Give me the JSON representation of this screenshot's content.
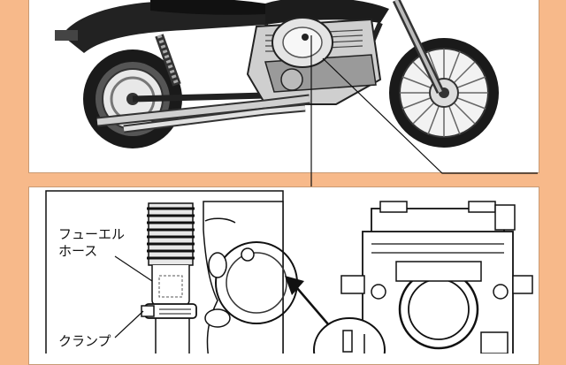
{
  "labels": {
    "fuel_hose_line1": "フューエル",
    "fuel_hose_line2": "ホース",
    "clamp": "クランプ"
  },
  "colors": {
    "background": "#f7b98a",
    "panel": "#ffffff",
    "ink": "#111111",
    "chrome": "#d9d9d9"
  }
}
